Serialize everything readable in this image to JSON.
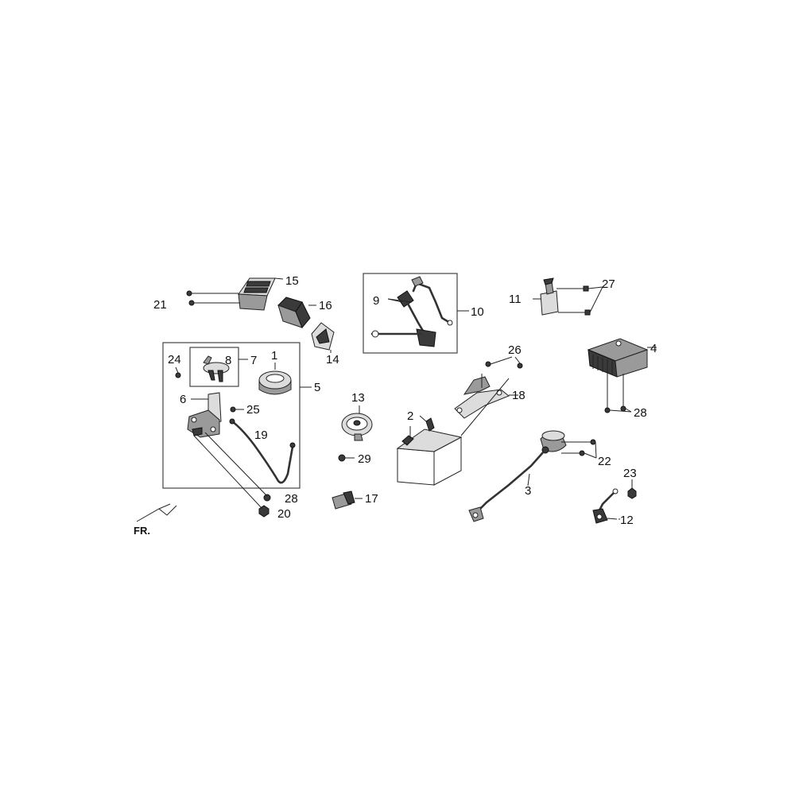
{
  "labels": {
    "p1": "1",
    "p2": "2",
    "p3": "3",
    "p4": "4",
    "p5": "5",
    "p6": "6",
    "p7": "7",
    "p8": "8",
    "p9": "9",
    "p10": "10",
    "p11": "11",
    "p12": "12",
    "p13": "13",
    "p14": "14",
    "p15": "15",
    "p16": "16",
    "p17": "17",
    "p18": "18",
    "p19": "19",
    "p20": "20",
    "p21": "21",
    "p22": "22",
    "p23": "23",
    "p24": "24",
    "p25": "25",
    "p26": "26",
    "p27": "27",
    "p28a": "28",
    "p28b": "28",
    "p29": "29"
  },
  "direction": {
    "label": "FR."
  }
}
